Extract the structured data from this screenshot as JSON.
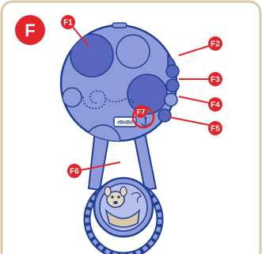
{
  "figure": {
    "section_label": "F",
    "callouts": [
      "F1",
      "F2",
      "F3",
      "F4",
      "F5",
      "F6",
      "F7"
    ],
    "dot_label": "dBdBd"
  },
  "colors": {
    "callout_red": "#e1252b",
    "body_blue": "#8f9cdc",
    "spot_blue": "#5966bf",
    "outline_navy": "#1f3f8f",
    "frame_tan": "#d9c9a6"
  }
}
